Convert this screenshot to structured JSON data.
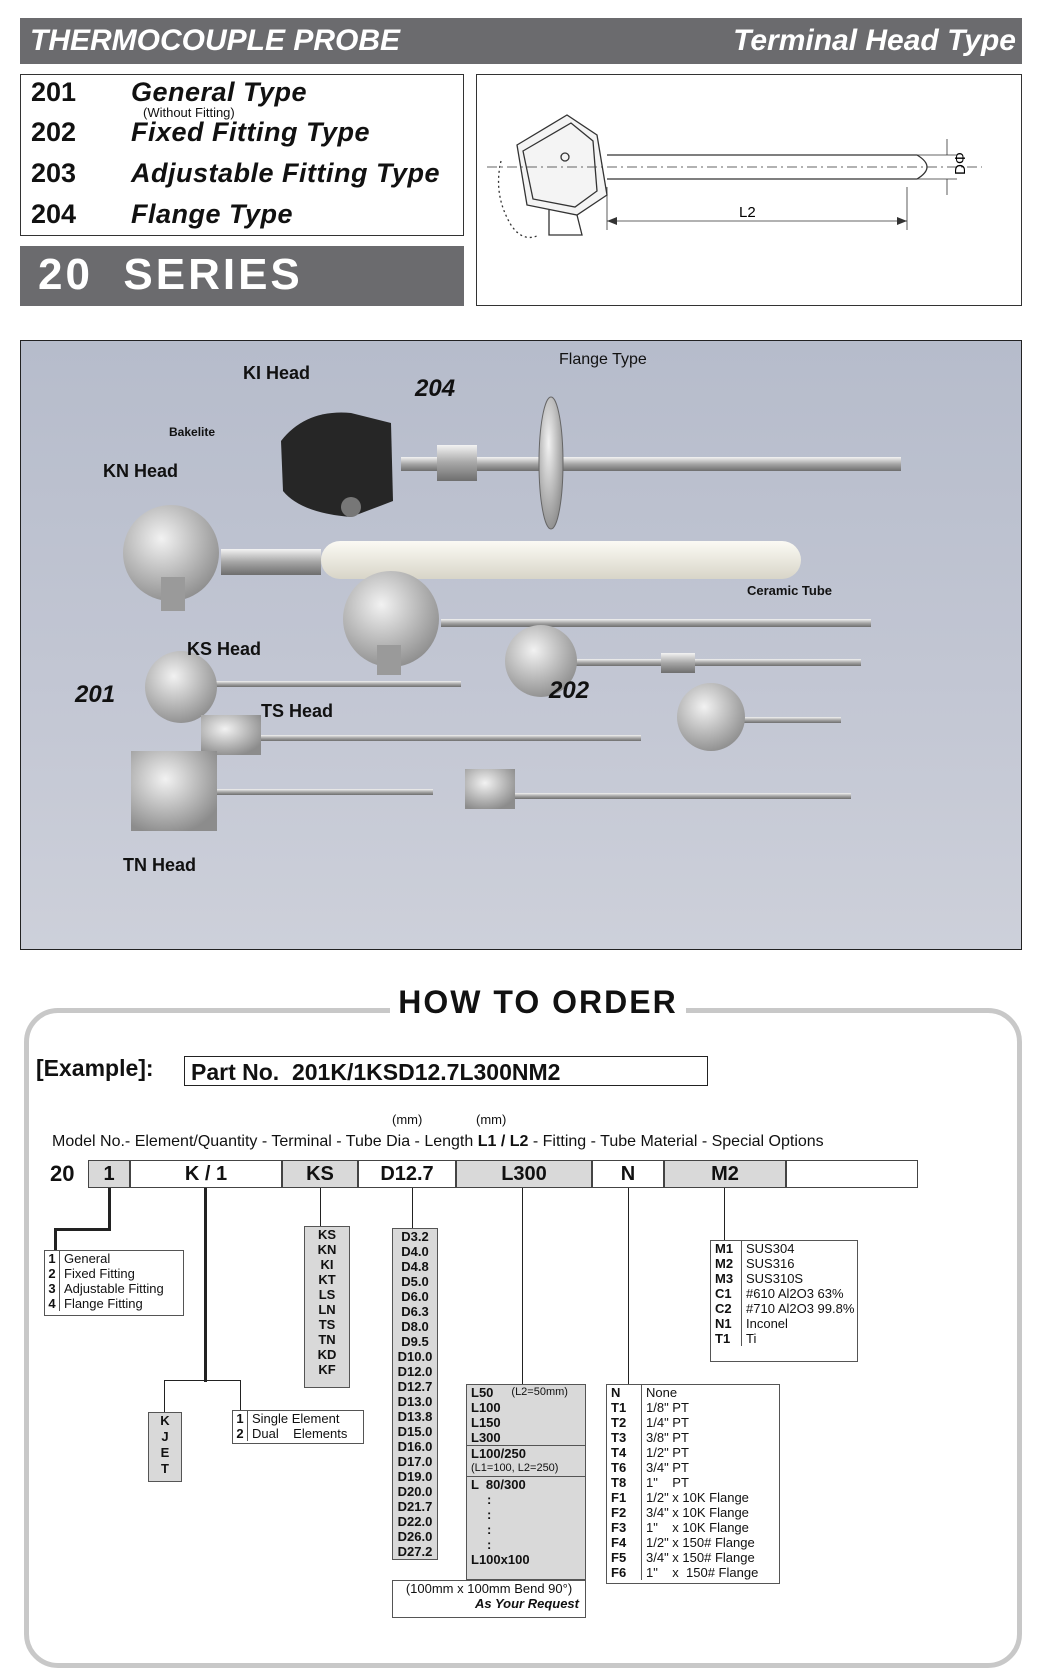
{
  "header": {
    "title_left": "THERMOCOUPLE PROBE",
    "title_right": "Terminal Head Type"
  },
  "models": [
    {
      "code": "201",
      "name": "General Type",
      "note": "(Without Fitting)"
    },
    {
      "code": "202",
      "name": "Fixed Fitting Type"
    },
    {
      "code": "203",
      "name": "Adjustable Fitting Type"
    },
    {
      "code": "204",
      "name": "Flange Type"
    }
  ],
  "series_label": "20  SERIES",
  "diagram": {
    "diameter_label": "DΦ",
    "length_label": "L2"
  },
  "photo_labels": {
    "ki_head": "KI Head",
    "n204": "204",
    "flange_type": "Flange Type",
    "bakelite": "Bakelite",
    "kn_head": "KN Head",
    "ceramic_tube": "Ceramic Tube",
    "ks_head": "KS Head",
    "n201": "201",
    "n202": "202",
    "ts_head": "TS Head",
    "tn_head": "TN Head"
  },
  "how_to_order": {
    "title": "HOW TO ORDER",
    "example_label": "[Example]:",
    "example_value": "Part No.  201K/1KSD12.7L300NM2",
    "unit_mm": "(mm)",
    "fields_header": {
      "model": "Model No.",
      "element": "- Element/Quantity",
      "terminal": "-  Terminal",
      "tube_dia": "- Tube Dia",
      "length": "- Length",
      "l1l2": "L1 / L2",
      "fitting": "-  Fitting",
      "tube_material": "- Tube Material",
      "special": "- Special Options"
    },
    "code_row": {
      "prefix": "20",
      "model": "1",
      "element": "K / 1",
      "terminal": "KS",
      "tube_dia": "D12.7",
      "length": "L300",
      "fitting": "N",
      "tube_material": "M2",
      "special": ""
    },
    "model_options": [
      {
        "code": "1",
        "label": "General"
      },
      {
        "code": "2",
        "label": "Fixed Fitting"
      },
      {
        "code": "3",
        "label": "Adjustable Fitting"
      },
      {
        "code": "4",
        "label": "Flange Fitting"
      }
    ],
    "element_types": [
      "K",
      "J",
      "E",
      "T"
    ],
    "quantity_options": [
      {
        "code": "1",
        "label": "Single Element"
      },
      {
        "code": "2",
        "label": "Dual    Elements"
      }
    ],
    "terminal_options": [
      "KS",
      "KN",
      "KI",
      "KT",
      "LS",
      "LN",
      "TS",
      "TN",
      "KD",
      "KF"
    ],
    "tube_dia_options": [
      "D3.2",
      "D4.0",
      "D4.8",
      "D5.0",
      "D6.0",
      "D6.3",
      "D8.0",
      "D9.5",
      "D10.0",
      "D12.0",
      "D12.7",
      "D13.0",
      "D13.8",
      "D15.0",
      "D16.0",
      "D17.0",
      "D19.0",
      "D20.0",
      "D21.7",
      "D22.0",
      "D26.0",
      "D27.2"
    ],
    "length_options": {
      "fixed": [
        "L50",
        "L100",
        "L150",
        "L300"
      ],
      "fixed_note": "(L2=50mm)",
      "pair": "L100/250",
      "pair_note": "(L1=100, L2=250)",
      "range_start": "L  80/300",
      "dot": ":",
      "range_end": "L100x100",
      "bend_note": "(100mm x 100mm Bend 90°)",
      "request_note": "As Your Request"
    },
    "fitting_options": [
      {
        "code": "N",
        "label": "None"
      },
      {
        "code": "T1",
        "label": "1/8\" PT"
      },
      {
        "code": "T2",
        "label": "1/4\" PT"
      },
      {
        "code": "T3",
        "label": "3/8\" PT"
      },
      {
        "code": "T4",
        "label": "1/2\" PT"
      },
      {
        "code": "T6",
        "label": "3/4\" PT"
      },
      {
        "code": "T8",
        "label": "1\"    PT"
      },
      {
        "code": "F1",
        "label": "1/2\" x 10K Flange"
      },
      {
        "code": "F2",
        "label": "3/4\" x 10K Flange"
      },
      {
        "code": "F3",
        "label": "1\"    x 10K Flange"
      },
      {
        "code": "F4",
        "label": "1/2\" x 150# Flange"
      },
      {
        "code": "F5",
        "label": "3/4\" x 150# Flange"
      },
      {
        "code": "F6",
        "label": "1\"    x  150# Flange"
      }
    ],
    "material_options": [
      {
        "code": "M1",
        "label": "SUS304"
      },
      {
        "code": "M2",
        "label": "SUS316"
      },
      {
        "code": "M3",
        "label": "SUS310S"
      },
      {
        "code": "C1",
        "label": "#610 Al2O3 63%"
      },
      {
        "code": "C2",
        "label": "#710 Al2O3 99.8%"
      },
      {
        "code": "N1",
        "label": "Inconel"
      },
      {
        "code": "T1",
        "label": "Ti"
      }
    ]
  }
}
